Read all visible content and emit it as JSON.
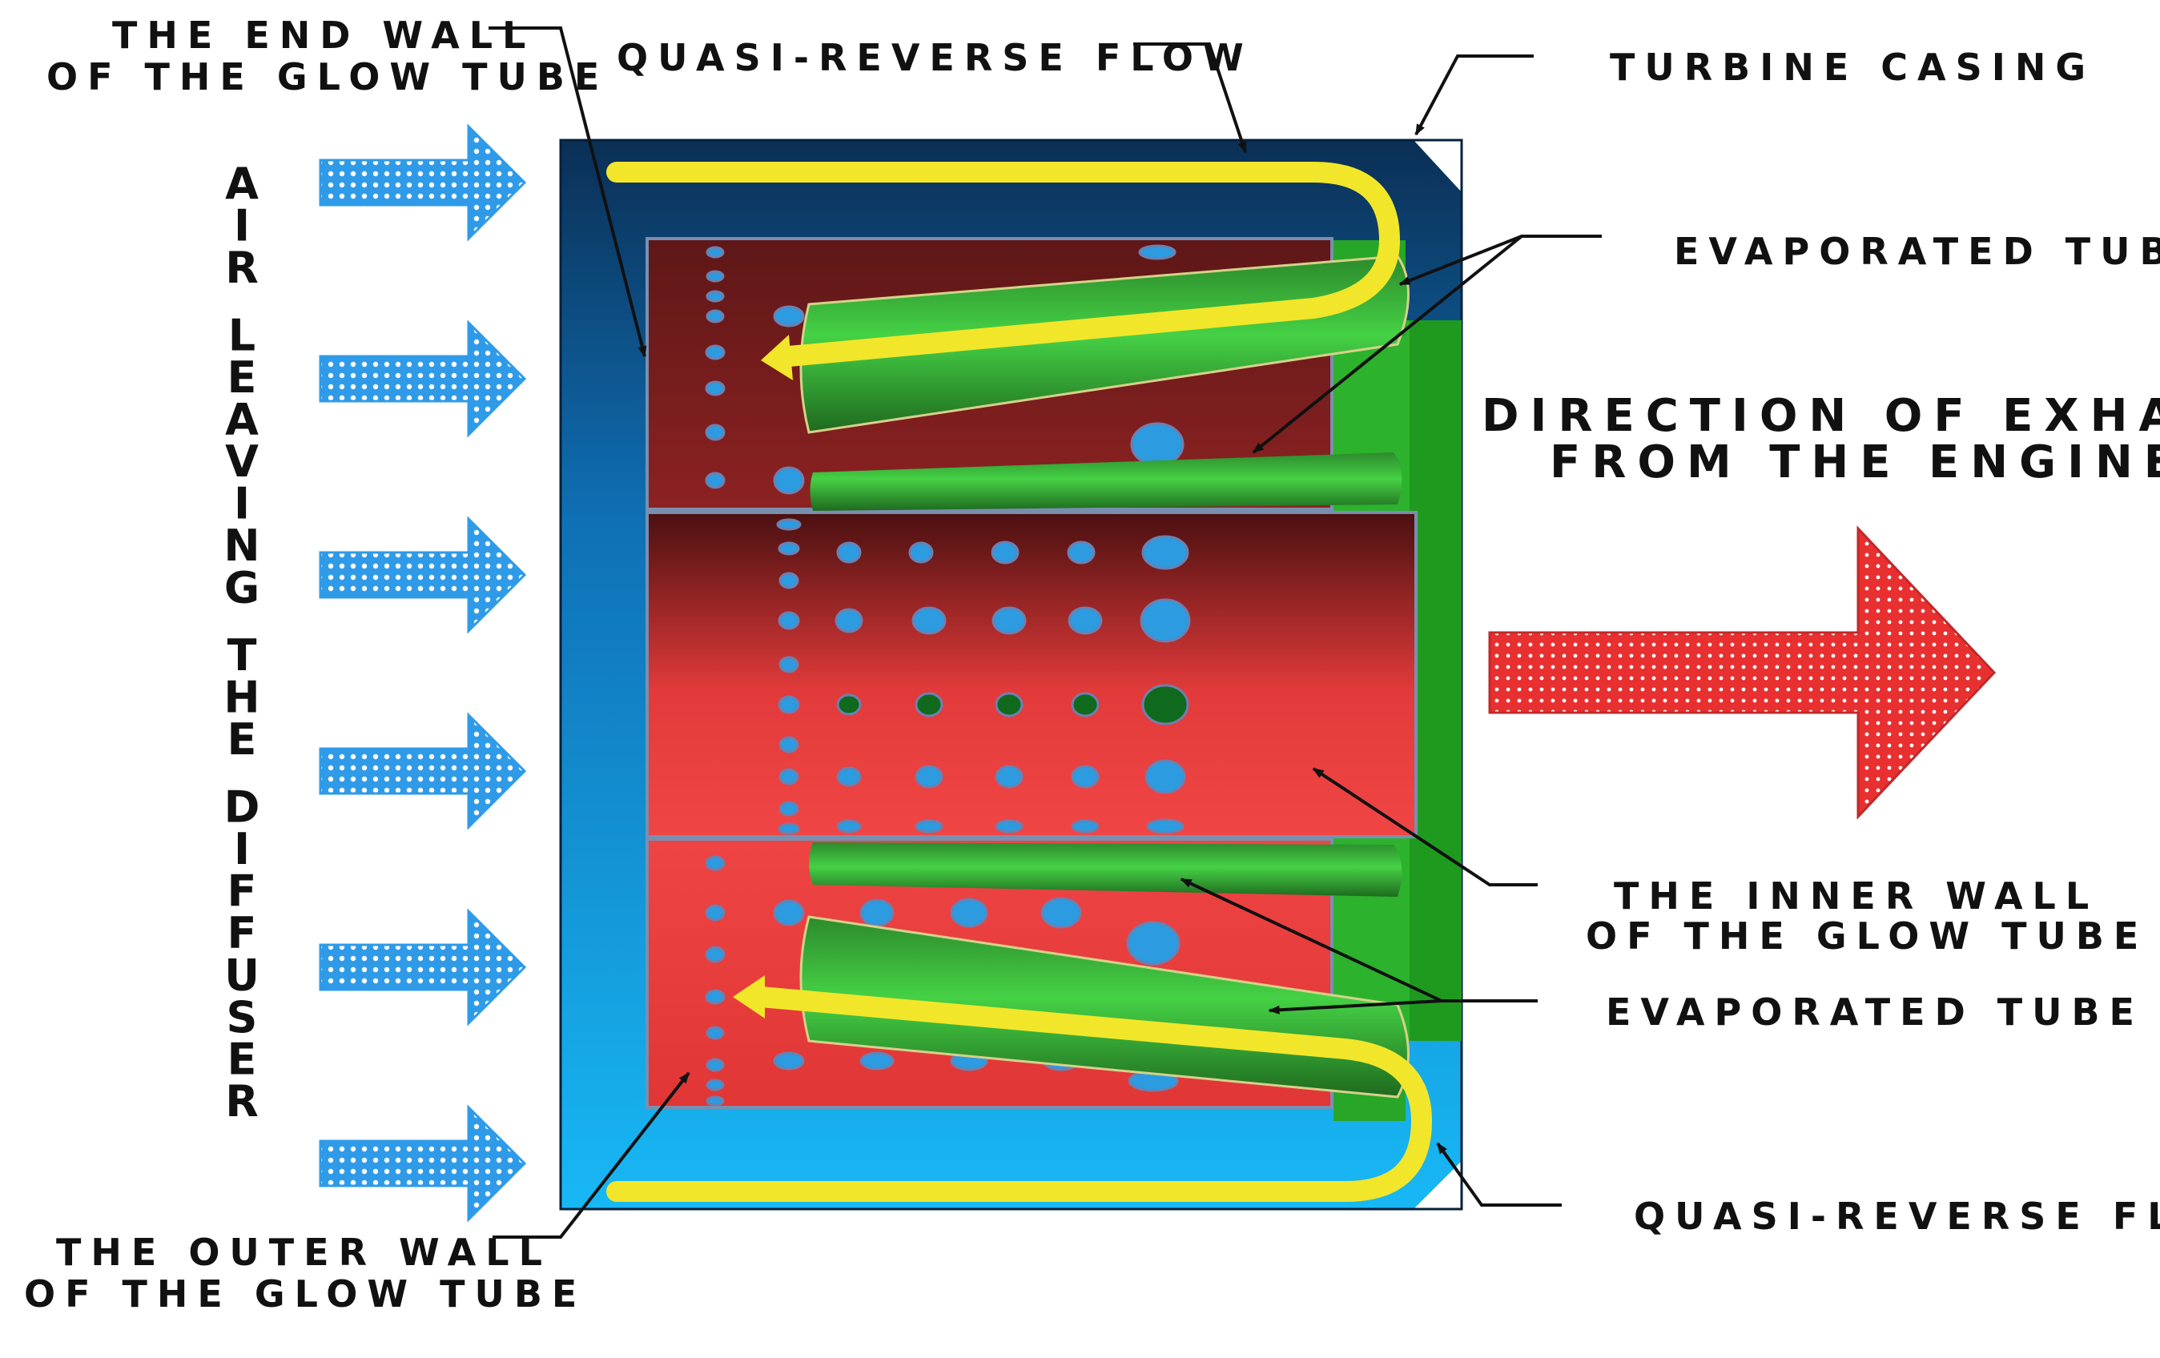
{
  "labels": {
    "end_wall": [
      "THE END WALL",
      "OF THE GLOW TUBE"
    ],
    "quasi_reverse_top": "QUASI-REVERSE FLOW",
    "turbine_casing": "TURBINE CASING",
    "evaporated_tube_top": "EVAPORATED TUBE",
    "exhaust_direction": [
      "DIRECTION OF EXHAUST",
      "FROM THE ENGINE"
    ],
    "inner_wall": [
      "THE INNER WALL",
      "OF THE GLOW TUBE"
    ],
    "evaporated_tube_bottom": "EVAPORATED TUBE",
    "quasi_reverse_bottom": "QUASI-REVERSE FLOW",
    "outer_wall": [
      "THE OUTER WALL",
      "OF THE GLOW TUBE"
    ],
    "air_leaving": [
      "AIR",
      "LEAVING",
      "THE",
      "DIFFUSER"
    ]
  },
  "colors": {
    "air_arrow": "#2f9be8",
    "exhaust_arrow": "#e83030",
    "flow_path": "#f2e62a",
    "evaporator_tube": "#2fb52f",
    "casing_dark": "#0c3a66",
    "casing_light": "#16b0f0",
    "chamber_red": "#e23c3c",
    "chamber_dark": "#5a1414"
  }
}
